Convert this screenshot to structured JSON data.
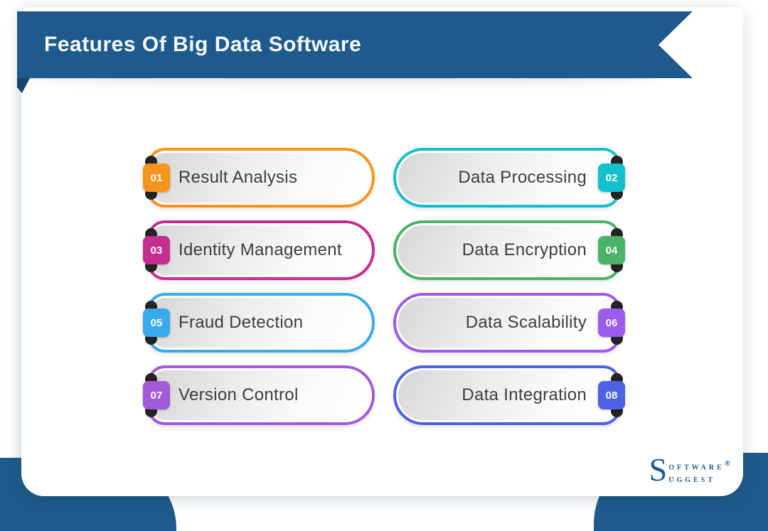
{
  "banner": {
    "title": "Features Of Big Data Software"
  },
  "features": [
    {
      "number": "01",
      "label": "Result Analysis",
      "color": "#F7941D",
      "side": "left"
    },
    {
      "number": "02",
      "label": "Data Processing",
      "color": "#14C0CC",
      "side": "right"
    },
    {
      "number": "03",
      "label": "Identity Management",
      "color": "#C42E90",
      "side": "left"
    },
    {
      "number": "04",
      "label": "Data Encryption",
      "color": "#4CB269",
      "side": "right"
    },
    {
      "number": "05",
      "label": "Fraud Detection",
      "color": "#3AA9E9",
      "side": "left"
    },
    {
      "number": "06",
      "label": "Data Scalability",
      "color": "#9B5CEC",
      "side": "right"
    },
    {
      "number": "07",
      "label": "Version Control",
      "color": "#A35AD8",
      "side": "left"
    },
    {
      "number": "08",
      "label": "Data Integration",
      "color": "#4E62E4",
      "side": "right"
    }
  ],
  "logo": {
    "initial": "S",
    "line1": "oftware",
    "registered": "®",
    "line2": "uggest"
  },
  "colors": {
    "banner": "#1E5B8C",
    "banner_fold": "#14456B",
    "corner_blob": "#1E5B8C",
    "logo": "#1D5C8D",
    "pill_text": "#3E3E3E"
  }
}
